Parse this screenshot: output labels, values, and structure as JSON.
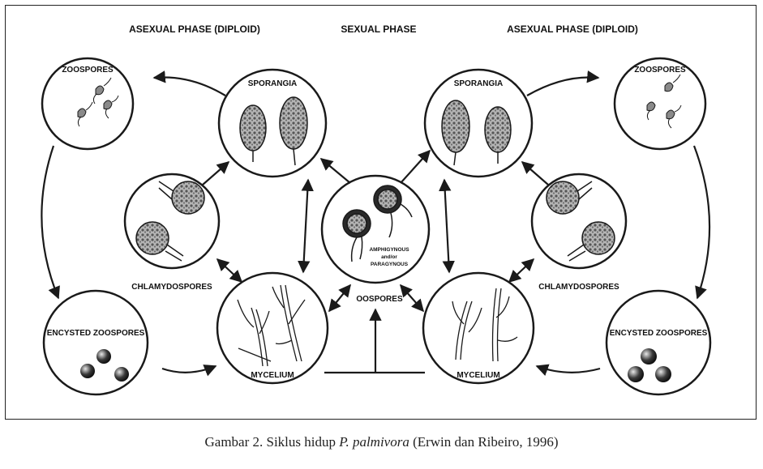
{
  "phases": {
    "left": "ASEXUAL PHASE (DIPLOID)",
    "center": "SEXUAL PHASE",
    "right": "ASEXUAL PHASE (DIPLOID)"
  },
  "stages": {
    "zoospores": "ZOOSPORES",
    "sporangia": "SPORANGIA",
    "chlamydospores": "CHLAMYDOSPORES",
    "mycelium": "MYCELIUM",
    "encysted": "ENCYSTED ZOOSPORES",
    "oospores": "OOSPORES",
    "amphigynous": "AMPHIGYNOUS",
    "andor": "and/or",
    "paragynous": "PARAGYNOUS"
  },
  "caption": {
    "prefix": "Gambar 2.   Siklus hidup ",
    "species": "P. palmivora",
    "suffix": " (Erwin dan Ribeiro, 1996)"
  },
  "colors": {
    "line": "#1a1a1a",
    "spore_fill": "#8a8a8a",
    "background": "#ffffff"
  }
}
